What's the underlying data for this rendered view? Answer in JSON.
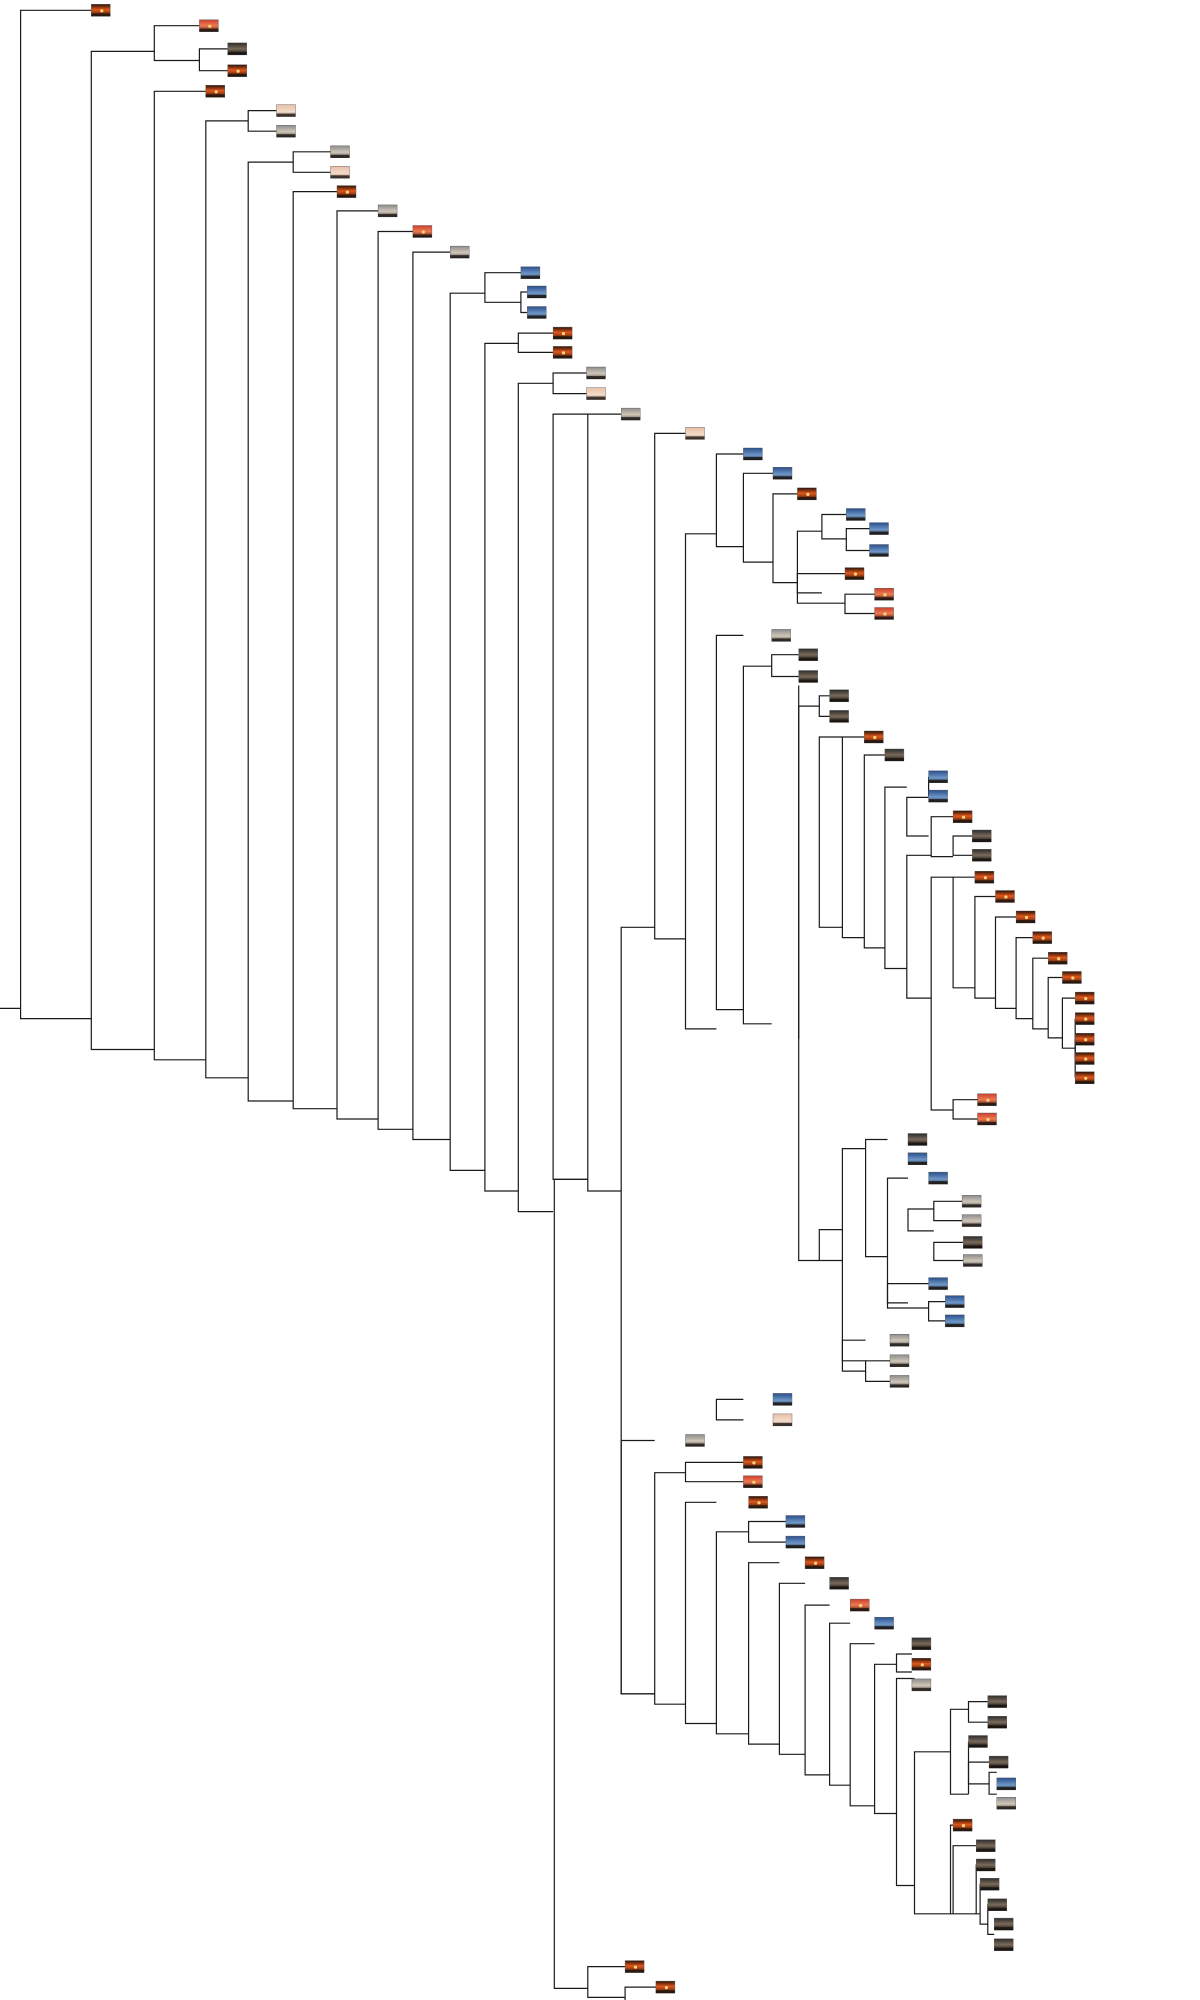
{
  "figure": {
    "kind": "hierarchical-clustering-dendrogram",
    "leaf_type": "sunset-photo-thumbnail",
    "line_color": "#1a1a1a",
    "thumbnail_palettes": [
      "sunset-orange",
      "dusk-red",
      "blue-sky",
      "grey-cloud",
      "silhouette-dark",
      "pale-dawn"
    ]
  }
}
